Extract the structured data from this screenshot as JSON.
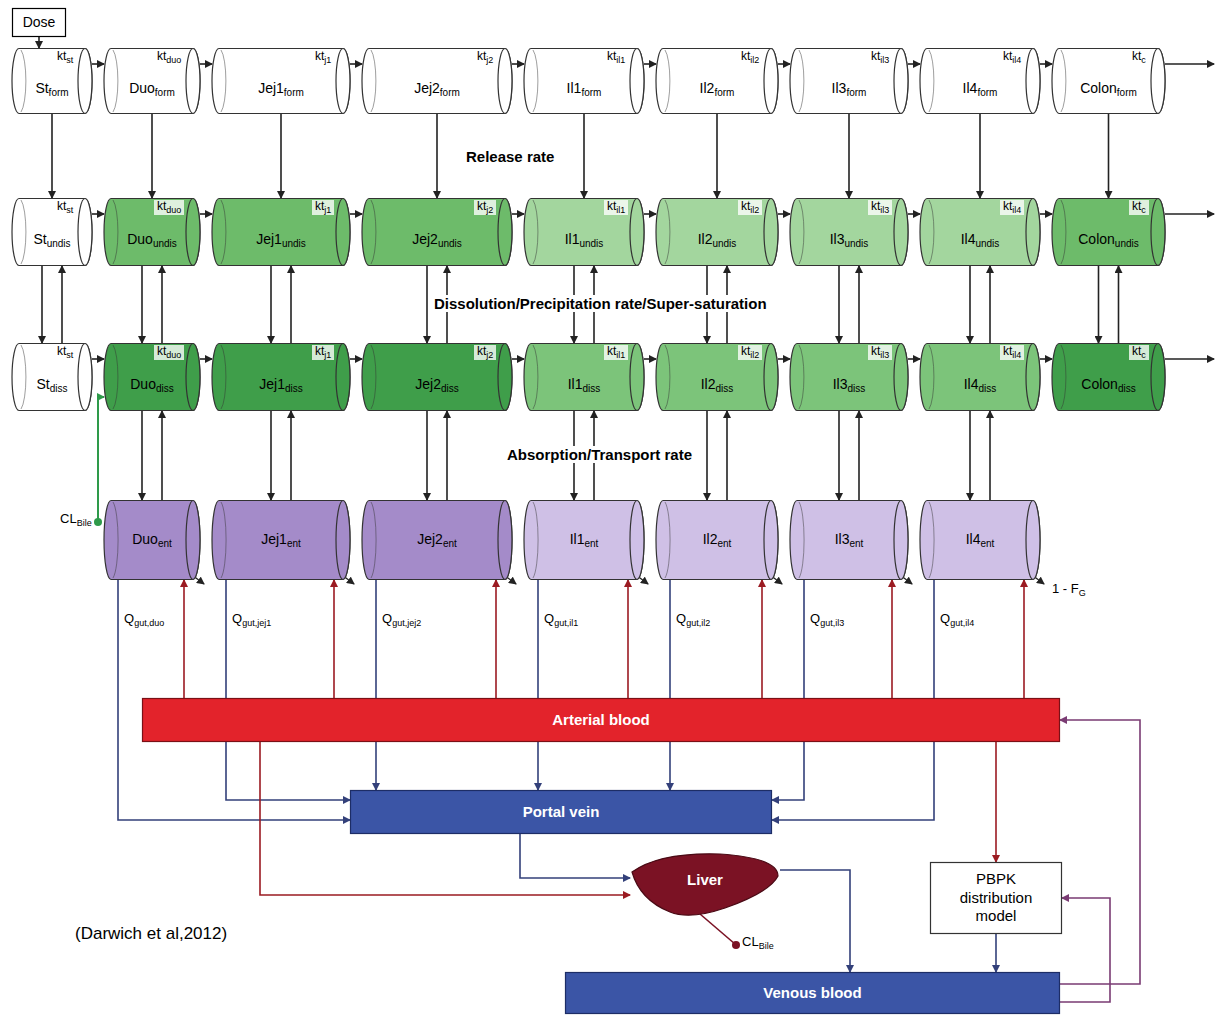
{
  "diagram": {
    "caption": "(Darwich et al,2012)",
    "nodes": [
      {
        "text": [
          "Dose"
        ]
      },
      {
        "text": [
          "St",
          "form"
        ]
      },
      {
        "text": [
          "Duo",
          "form"
        ]
      },
      {
        "text": [
          "Jej1",
          "form"
        ]
      },
      {
        "text": [
          "Jej2",
          "form"
        ]
      },
      {
        "text": [
          "Il1",
          "form"
        ]
      },
      {
        "text": [
          "Il2",
          "form"
        ]
      },
      {
        "text": [
          "Il3",
          "form"
        ]
      },
      {
        "text": [
          "Il4",
          "form"
        ]
      },
      {
        "text": [
          "Colon",
          "form"
        ]
      },
      {
        "text": [
          "St",
          "undis"
        ]
      },
      {
        "text": [
          "Duo",
          "undis"
        ]
      },
      {
        "text": [
          "Jej1",
          "undis"
        ]
      },
      {
        "text": [
          "Jej2",
          "undis"
        ]
      },
      {
        "text": [
          "Il1",
          "undis"
        ]
      },
      {
        "text": [
          "Il2",
          "undis"
        ]
      },
      {
        "text": [
          "Il3",
          "undis"
        ]
      },
      {
        "text": [
          "Il4",
          "undis"
        ]
      },
      {
        "text": [
          "Colon",
          "undis"
        ]
      },
      {
        "text": [
          "St",
          "diss"
        ]
      },
      {
        "text": [
          "Duo",
          "diss"
        ]
      },
      {
        "text": [
          "Jej1",
          "diss"
        ]
      },
      {
        "text": [
          "Jej2",
          "diss"
        ]
      },
      {
        "text": [
          "Il1",
          "diss"
        ]
      },
      {
        "text": [
          "Il2",
          "diss"
        ]
      },
      {
        "text": [
          "Il3",
          "diss"
        ]
      },
      {
        "text": [
          "Il4",
          "diss"
        ]
      },
      {
        "text": [
          "Colon",
          "diss"
        ]
      },
      {
        "text": [
          "Duo",
          "ent"
        ]
      },
      {
        "text": [
          "Jej1",
          "ent"
        ]
      },
      {
        "text": [
          "Jej2",
          "ent"
        ]
      },
      {
        "text": [
          "Il1",
          "ent"
        ]
      },
      {
        "text": [
          "Il2",
          "ent"
        ]
      },
      {
        "text": [
          "Il3",
          "ent"
        ]
      },
      {
        "text": [
          "Il4",
          "ent"
        ]
      },
      {
        "text": [
          "Arterial blood"
        ]
      },
      {
        "text": [
          "Portal vein"
        ]
      },
      {
        "text": [
          "Liver"
        ]
      },
      {
        "text": [
          "PBPK distribution model"
        ]
      },
      {
        "text": [
          "Venous blood"
        ]
      }
    ],
    "edges": [
      {
        "from": 0,
        "to": 1,
        "arrow": "to"
      },
      {
        "from": 1,
        "to": 2,
        "arrow": "to"
      },
      {
        "from": 2,
        "to": 3,
        "arrow": "to"
      },
      {
        "from": 3,
        "to": 4,
        "arrow": "to"
      },
      {
        "from": 4,
        "to": 5,
        "arrow": "to"
      },
      {
        "from": 5,
        "to": 6,
        "arrow": "to"
      },
      {
        "from": 6,
        "to": 7,
        "arrow": "to"
      },
      {
        "from": 7,
        "to": 8,
        "arrow": "to"
      },
      {
        "from": 8,
        "to": 9,
        "arrow": "to"
      },
      {
        "from": 10,
        "to": 11,
        "arrow": "to"
      },
      {
        "from": 11,
        "to": 12,
        "arrow": "to"
      },
      {
        "from": 12,
        "to": 13,
        "arrow": "to"
      },
      {
        "from": 13,
        "to": 14,
        "arrow": "to"
      },
      {
        "from": 14,
        "to": 15,
        "arrow": "to"
      },
      {
        "from": 15,
        "to": 16,
        "arrow": "to"
      },
      {
        "from": 16,
        "to": 17,
        "arrow": "to"
      },
      {
        "from": 17,
        "to": 18,
        "arrow": "to"
      },
      {
        "from": 19,
        "to": 20,
        "arrow": "to"
      },
      {
        "from": 20,
        "to": 21,
        "arrow": "to"
      },
      {
        "from": 21,
        "to": 22,
        "arrow": "to"
      },
      {
        "from": 22,
        "to": 23,
        "arrow": "to"
      },
      {
        "from": 23,
        "to": 24,
        "arrow": "to"
      },
      {
        "from": 24,
        "to": 25,
        "arrow": "to"
      },
      {
        "from": 25,
        "to": 26,
        "arrow": "to"
      },
      {
        "from": 26,
        "to": 27,
        "arrow": "to"
      },
      {
        "from": 1,
        "to": 10,
        "arrow": "to"
      },
      {
        "from": 2,
        "to": 11,
        "arrow": "to"
      },
      {
        "from": 3,
        "to": 12,
        "arrow": "to"
      },
      {
        "from": 4,
        "to": 13,
        "arrow": "to"
      },
      {
        "from": 5,
        "to": 14,
        "arrow": "to"
      },
      {
        "from": 6,
        "to": 15,
        "arrow": "to"
      },
      {
        "from": 7,
        "to": 16,
        "arrow": "to"
      },
      {
        "from": 8,
        "to": 17,
        "arrow": "to"
      },
      {
        "from": 9,
        "to": 18,
        "arrow": "to"
      },
      {
        "from": 10,
        "to": 19,
        "arrow": "to"
      },
      {
        "from": 11,
        "to": 20,
        "arrow": "to"
      },
      {
        "from": 12,
        "to": 21,
        "arrow": "to"
      },
      {
        "from": 13,
        "to": 22,
        "arrow": "to"
      },
      {
        "from": 14,
        "to": 23,
        "arrow": "to"
      },
      {
        "from": 15,
        "to": 24,
        "arrow": "to"
      },
      {
        "from": 16,
        "to": 25,
        "arrow": "to"
      },
      {
        "from": 17,
        "to": 26,
        "arrow": "to"
      },
      {
        "from": 18,
        "to": 27,
        "arrow": "to"
      },
      {
        "from": 19,
        "to": 10,
        "arrow": "to"
      },
      {
        "from": 20,
        "to": 11,
        "arrow": "to"
      },
      {
        "from": 21,
        "to": 12,
        "arrow": "to"
      },
      {
        "from": 22,
        "to": 13,
        "arrow": "to"
      },
      {
        "from": 23,
        "to": 14,
        "arrow": "to"
      },
      {
        "from": 24,
        "to": 15,
        "arrow": "to"
      },
      {
        "from": 25,
        "to": 16,
        "arrow": "to"
      },
      {
        "from": 26,
        "to": 17,
        "arrow": "to"
      },
      {
        "from": 27,
        "to": 18,
        "arrow": "to"
      },
      {
        "from": 20,
        "to": 28,
        "arrow": "to"
      },
      {
        "from": 21,
        "to": 29,
        "arrow": "to"
      },
      {
        "from": 22,
        "to": 30,
        "arrow": "to"
      },
      {
        "from": 23,
        "to": 31,
        "arrow": "to"
      },
      {
        "from": 24,
        "to": 32,
        "arrow": "to"
      },
      {
        "from": 25,
        "to": 33,
        "arrow": "to"
      },
      {
        "from": 26,
        "to": 34,
        "arrow": "to"
      },
      {
        "from": 28,
        "to": 20,
        "arrow": "to"
      },
      {
        "from": 29,
        "to": 21,
        "arrow": "to"
      },
      {
        "from": 30,
        "to": 22,
        "arrow": "to"
      },
      {
        "from": 31,
        "to": 23,
        "arrow": "to"
      },
      {
        "from": 32,
        "to": 24,
        "arrow": "to"
      },
      {
        "from": 33,
        "to": 25,
        "arrow": "to"
      },
      {
        "from": 34,
        "to": 26,
        "arrow": "to"
      },
      {
        "from": 35,
        "to": 28,
        "arrow": "to"
      },
      {
        "from": 35,
        "to": 29,
        "arrow": "to"
      },
      {
        "from": 35,
        "to": 30,
        "arrow": "to"
      },
      {
        "from": 35,
        "to": 31,
        "arrow": "to"
      },
      {
        "from": 35,
        "to": 32,
        "arrow": "to"
      },
      {
        "from": 35,
        "to": 33,
        "arrow": "to"
      },
      {
        "from": 35,
        "to": 34,
        "arrow": "to"
      },
      {
        "from": 28,
        "to": 36,
        "arrow": "to"
      },
      {
        "from": 29,
        "to": 36,
        "arrow": "to"
      },
      {
        "from": 30,
        "to": 36,
        "arrow": "to"
      },
      {
        "from": 31,
        "to": 36,
        "arrow": "to"
      },
      {
        "from": 32,
        "to": 36,
        "arrow": "to"
      },
      {
        "from": 33,
        "to": 36,
        "arrow": "to"
      },
      {
        "from": 34,
        "to": 36,
        "arrow": "to"
      },
      {
        "from": 36,
        "to": 37,
        "arrow": "to"
      },
      {
        "from": 35,
        "to": 37,
        "arrow": "to"
      },
      {
        "from": 37,
        "to": 39,
        "arrow": "to"
      },
      {
        "from": 35,
        "to": 38,
        "arrow": "to"
      },
      {
        "from": 38,
        "to": 39,
        "arrow": "to"
      },
      {
        "from": 39,
        "to": 35,
        "arrow": "to"
      },
      {
        "from": 39,
        "to": 38,
        "arrow": "to"
      }
    ],
    "labels": [
      "kt",
      "st",
      "kt",
      "duo",
      "kt",
      "j1",
      "kt",
      "j2",
      "kt",
      "il1",
      "kt",
      "il2",
      "kt",
      "il3",
      "kt",
      "il4",
      "kt",
      "c",
      "kt",
      "st",
      "kt",
      "duo",
      "kt",
      "j1",
      "kt",
      "j2",
      "kt",
      "il1",
      "kt",
      "il2",
      "kt",
      "il3",
      "kt",
      "il4",
      "kt",
      "c",
      "kt",
      "st",
      "kt",
      "duo",
      "kt",
      "j1",
      "kt",
      "j2",
      "kt",
      "il1",
      "kt",
      "il2",
      "kt",
      "il3",
      "kt",
      "il4",
      "kt",
      "c",
      "Q",
      "gut,duo",
      "Q",
      "gut,jej1",
      "Q",
      "gut,jej2",
      "Q",
      "gut,il1",
      "Q",
      "gut,il2",
      "Q",
      "gut,il3",
      "Q",
      "gut,il4",
      "Release rate",
      "Dissolution/Precipitation rate/Super-saturation",
      "Absorption/Transport rate",
      "CL",
      "Bile",
      "CL",
      "Bile",
      "1 - F",
      "G"
    ]
  }
}
